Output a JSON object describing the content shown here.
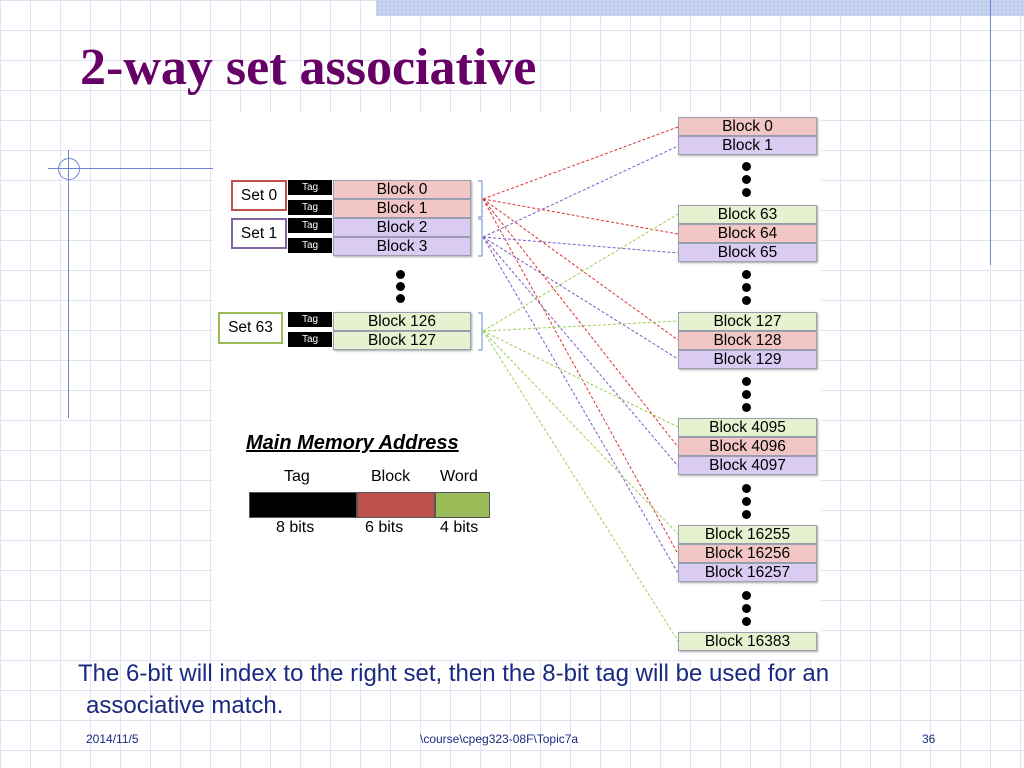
{
  "slide": {
    "title": "2-way set associative",
    "caption_line1": "The 6-bit will index to the right set, then the 8-bit tag will be used for an",
    "caption_line2": "associative match.",
    "footer_date": "2014/11/5",
    "footer_path": "\\course\\cpeg323-08F\\Topic7a",
    "page_number": "36"
  },
  "cache": {
    "tag_label": "Tag",
    "sets": [
      {
        "label": "Set 0",
        "blocks": [
          "Block 0",
          "Block 1"
        ],
        "color": "#c0504d"
      },
      {
        "label": "Set 1",
        "blocks": [
          "Block 2",
          "Block 3"
        ],
        "color": "#8064a2"
      },
      {
        "label": "Set 63",
        "blocks": [
          "Block 126",
          "Block 127"
        ],
        "color": "#9bbb59"
      }
    ]
  },
  "main_memory": {
    "blocks": [
      "Block 0",
      "Block 1",
      "Block 63",
      "Block 64",
      "Block 65",
      "Block 127",
      "Block 128",
      "Block 129",
      "Block 4095",
      "Block 4096",
      "Block 4097",
      "Block 16255",
      "Block 16256",
      "Block 16257",
      "Block 16383"
    ]
  },
  "address": {
    "title": "Main Memory Address",
    "fields": [
      {
        "name": "Tag",
        "bits": "8 bits",
        "color": "#000000"
      },
      {
        "name": "Block",
        "bits": "6 bits",
        "color": "#c0504d"
      },
      {
        "name": "Word",
        "bits": "4 bits",
        "color": "#9bbb59"
      }
    ]
  },
  "colors": {
    "title": "#660066",
    "caption": "#1a2a80",
    "set0_lines": "#e03030",
    "set1_lines": "#7a5cc8",
    "set63_lines": "#9bcf5a"
  }
}
